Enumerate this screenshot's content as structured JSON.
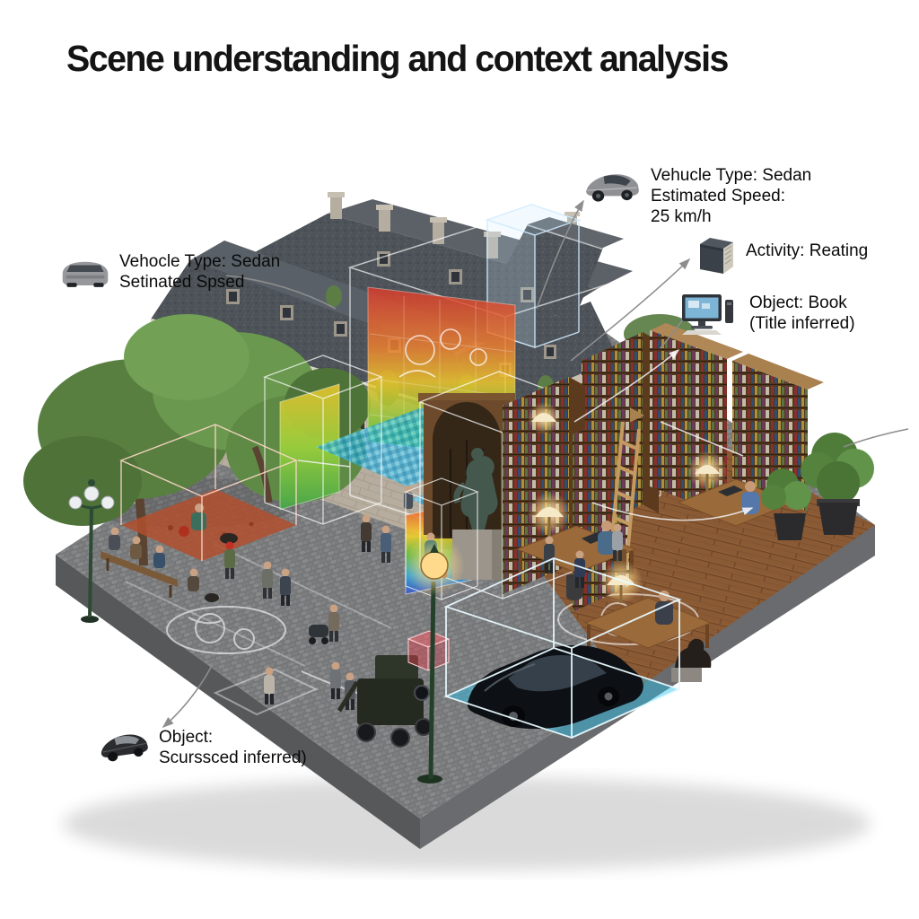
{
  "title": "Scene understanding and context analysis",
  "palette": {
    "background": "#ffffff",
    "text": "#0a0a0a",
    "leader_line": "#8d8d8d",
    "wireframe": "#ffffff",
    "heat_red": "#d93a2e",
    "heat_yellow": "#f2c92c",
    "heat_green": "#5bbf3a",
    "heat_cyan": "#34b4e4",
    "cobblestone": "#737476",
    "wood_floor": "#8a5a35",
    "bookshelf": "#53381f",
    "roof_slate": "#4d5358",
    "stone_facade": "#b6ad9e",
    "tree_green": "#587f40",
    "lamp_glow": "#ffd98c"
  },
  "annotations": [
    {
      "id": "vehicle-top-right",
      "icon": "sedan-car-icon",
      "lines": [
        "Vehucle Type: Sedan",
        "Estimated Speed:",
        "25 km/h"
      ]
    },
    {
      "id": "activity",
      "icon": "book-stack-icon",
      "lines": [
        "Activity: Reating"
      ]
    },
    {
      "id": "object-book",
      "icon": "desktop-computer-icon",
      "lines": [
        "Object: Book",
        "(Title inferred)"
      ]
    },
    {
      "id": "vehicle-left",
      "icon": "car-front-icon",
      "lines": [
        "Vehocle Type: Sedan",
        "Setinated Spsed"
      ]
    },
    {
      "id": "object-bottom-left",
      "icon": "dark-car-icon",
      "lines": [
        "Object:",
        "Scurssced inferred)"
      ]
    }
  ]
}
